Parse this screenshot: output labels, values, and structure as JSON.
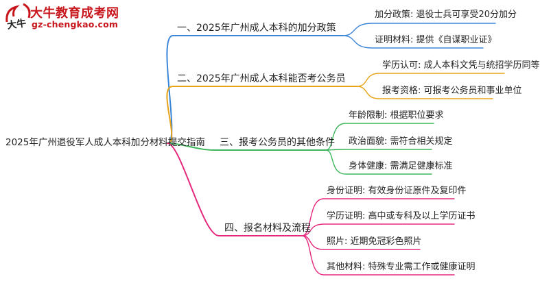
{
  "logo": {
    "title": "大牛教育成考网",
    "url": "gz-chengkao.com",
    "mark_text": "大牛"
  },
  "colors": {
    "blue": "#3a86d8",
    "orange": "#e8a317",
    "green": "#3cb55a",
    "pink": "#e6287d",
    "brand": "#c8161d"
  },
  "root": {
    "label": "2025年广州退役军人成人本科加分材料提交指南"
  },
  "branches": [
    {
      "label": "一、2025年广州成人本科的加分政策",
      "leaves": [
        "加分政策: 退役士兵可享受20分加分",
        "证明材料: 提供《自谋职业证》"
      ]
    },
    {
      "label": "二、2025年广州成人本科能否考公务员",
      "leaves": [
        "学历认可: 成人本科文凭与统招学历同等",
        "报考资格: 可报考公务员和事业单位"
      ]
    },
    {
      "label": "三、报考公务员的其他条件",
      "leaves": [
        "年龄限制: 根据职位要求",
        "政治面貌: 需符合相关规定",
        "身体健康: 需满足健康标准"
      ]
    },
    {
      "label": "四、报名材料及流程",
      "leaves": [
        "身份证明: 有效身份证原件及复印件",
        "学历证明: 高中或专科及以上学历证书",
        "照片: 近期免冠彩色照片",
        "其他材料: 特殊专业需工作或健康证明"
      ]
    }
  ]
}
